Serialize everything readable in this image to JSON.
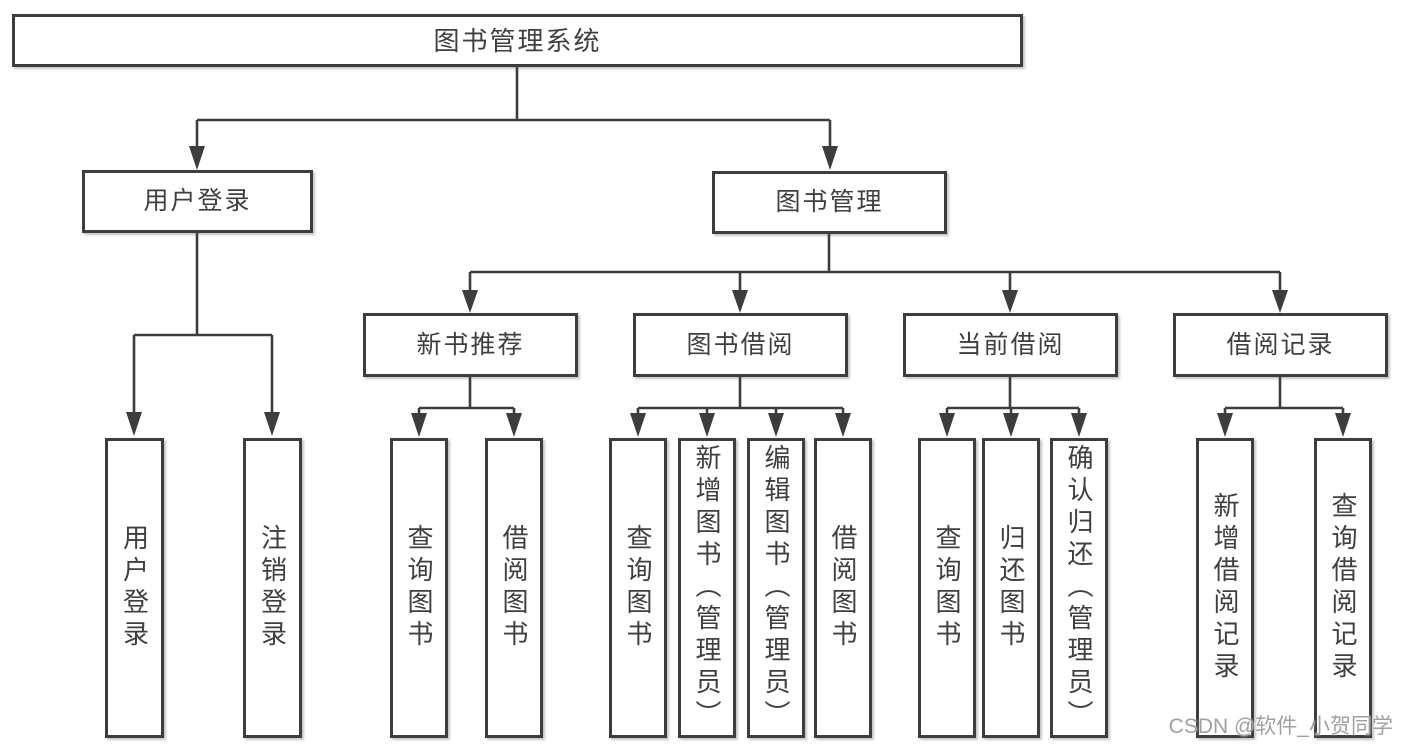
{
  "root": {
    "label": "图书管理系统"
  },
  "user_login": {
    "label": "用户登录",
    "children": [
      "用户登录",
      "注销登录"
    ]
  },
  "book_mgmt": {
    "label": "图书管理",
    "sections": [
      {
        "label": "新书推荐",
        "children": [
          "查询图书",
          "借阅图书"
        ]
      },
      {
        "label": "图书借阅",
        "children": [
          "查询图书",
          "新增图书（管理员）",
          "编辑图书（管理员）",
          "借阅图书"
        ]
      },
      {
        "label": "当前借阅",
        "children": [
          "查询图书",
          "归还图书",
          "确认归还（管理员）"
        ]
      },
      {
        "label": "借阅记录",
        "children": [
          "新增借阅记录",
          "查询借阅记录"
        ]
      }
    ]
  },
  "watermark": "CSDN @软件_小贺同学",
  "colors": {
    "line": "#3d3d3d",
    "box_border": "#3d3d3d",
    "text": "#3f3f3f",
    "watermark": "#a0a0a0",
    "background": "#ffffff"
  }
}
